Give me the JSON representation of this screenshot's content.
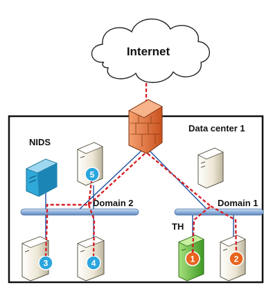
{
  "cloud": {
    "label": "Internet"
  },
  "datacenter": {
    "label": "Data center 1"
  },
  "nids": {
    "label": "NIDS"
  },
  "domains": [
    {
      "id": "domain-2",
      "label": "Domain 2"
    },
    {
      "id": "domain-1",
      "label": "Domain 1"
    }
  ],
  "th": {
    "label": "TH"
  },
  "servers": [
    {
      "id": "s5",
      "badge": "5",
      "badge_color": "#2ba5de"
    },
    {
      "id": "s3",
      "badge": "3",
      "badge_color": "#2ba5de"
    },
    {
      "id": "s4",
      "badge": "4",
      "badge_color": "#2ba5de"
    },
    {
      "id": "s1",
      "badge": "1",
      "badge_color": "#e8641e"
    },
    {
      "id": "s2",
      "badge": "2",
      "badge_color": "#e8641e"
    }
  ],
  "colors": {
    "attack_path": "#d71f26",
    "network_link": "#1d4fa0",
    "switch_bar": "#8fb2dc",
    "firewall": "#e4733a",
    "nids_screen": "#2fa9d9",
    "th_highlight": "#6cc24a",
    "server_body": "#efeadc"
  }
}
